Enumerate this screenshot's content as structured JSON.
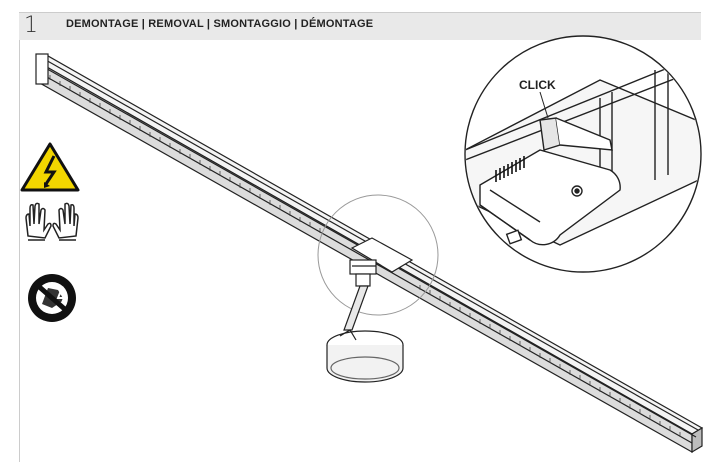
{
  "header": {
    "step_number": "1",
    "title": "DEMONTAGE | REMOVAL | SMONTAGGIO | DÉMONTAGE"
  },
  "callout": {
    "label": "CLICK"
  },
  "icons": [
    {
      "name": "electrical-hazard-warning-icon",
      "color": "#f2d600"
    },
    {
      "name": "protective-gloves-icon",
      "color": "#222222"
    },
    {
      "name": "no-live-touch-prohibition-icon",
      "color": "#111111"
    }
  ],
  "colors": {
    "header_bg": "#e9e9e9",
    "warning_yellow": "#f2d600",
    "line": "#222222"
  }
}
